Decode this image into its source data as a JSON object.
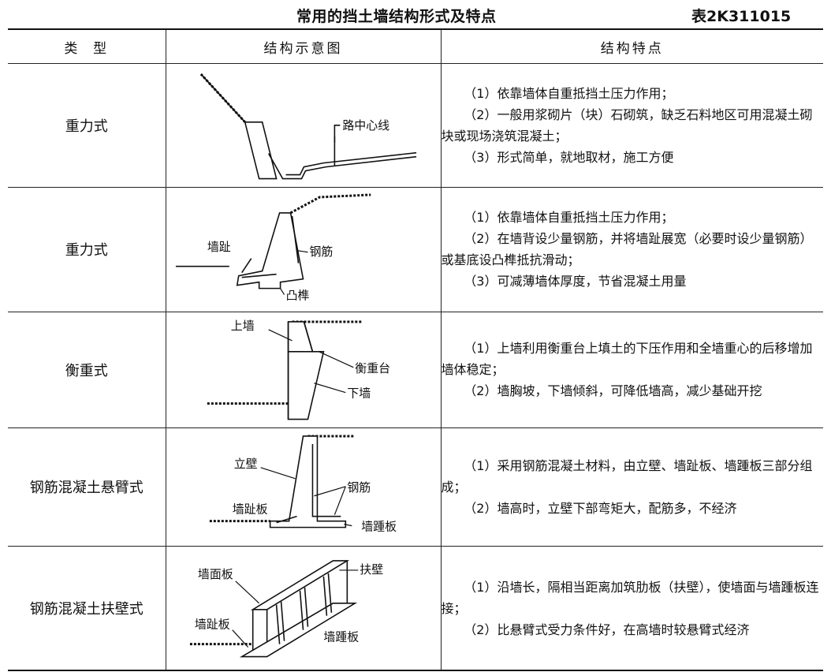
{
  "title": "常用的挡土墙结构形式及特点",
  "table_no": "表2K311015",
  "headers": {
    "type": "类  型",
    "figure": "结构示意图",
    "features": "结构特点"
  },
  "rows": [
    {
      "type": "重力式",
      "labels": [
        "路中心线"
      ],
      "features": [
        "（1）依靠墙体自重抵挡土压力作用；",
        "（2）一般用浆砌片（块）石砌筑，缺乏石料地区可用混凝土砌块或现场浇筑混凝土；",
        "（3）形式简单，就地取材，施工方便"
      ]
    },
    {
      "type": "重力式",
      "labels": [
        "墙趾",
        "钢筋",
        "凸榫"
      ],
      "features": [
        "（1）依靠墙体自重抵挡土压力作用；",
        "（2）在墙背设少量钢筋，并将墙趾展宽（必要时设少量钢筋）或基底设凸榫抵抗滑动；",
        "（3）可减薄墙体厚度，节省混凝土用量"
      ]
    },
    {
      "type": "衡重式",
      "labels": [
        "上墙",
        "衡重台",
        "下墙"
      ],
      "features": [
        "（1）上墙利用衡重台上填土的下压作用和全墙重心的后移增加墙体稳定；",
        "（2）墙胸坡，下墙倾斜，可降低墙高，减少基础开挖"
      ]
    },
    {
      "type": "钢筋混凝土悬臂式",
      "labels": [
        "立壁",
        "钢筋",
        "墙趾板",
        "墙踵板"
      ],
      "features": [
        "（1）采用钢筋混凝土材料，由立壁、墙趾板、墙踵板三部分组成；",
        "（2）墙高时，立壁下部弯矩大，配筋多，不经济"
      ]
    },
    {
      "type": "钢筋混凝土扶壁式",
      "labels": [
        "墙面板",
        "扶壁",
        "墙趾板",
        "墙踵板"
      ],
      "features": [
        "（1）沿墙长，隔相当距离加筑肋板（扶壁），使墙面与墙踵板连接；",
        "（2）比悬臂式受力条件好，在高墙时较悬臂式经济"
      ]
    }
  ]
}
